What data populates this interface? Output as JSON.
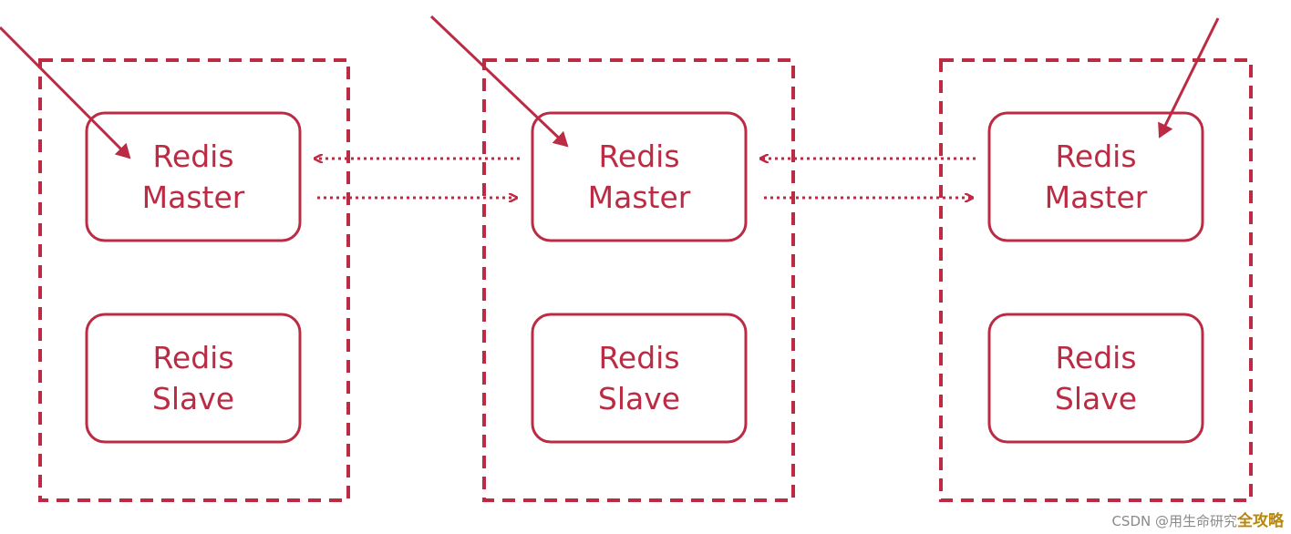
{
  "colors": {
    "accent": "#bb2c44",
    "background": "#ffffff",
    "watermark": "#8a8a8a"
  },
  "groups": [
    {
      "master": {
        "line1": "Redis",
        "line2": "Master"
      },
      "slave": {
        "line1": "Redis",
        "line2": "Slave"
      }
    },
    {
      "master": {
        "line1": "Redis",
        "line2": "Master"
      },
      "slave": {
        "line1": "Redis",
        "line2": "Slave"
      }
    },
    {
      "master": {
        "line1": "Redis",
        "line2": "Master"
      },
      "slave": {
        "line1": "Redis",
        "line2": "Slave"
      }
    }
  ],
  "watermark": {
    "prefix": "CSDN @用生命研究",
    "suffix": "全攻略"
  }
}
